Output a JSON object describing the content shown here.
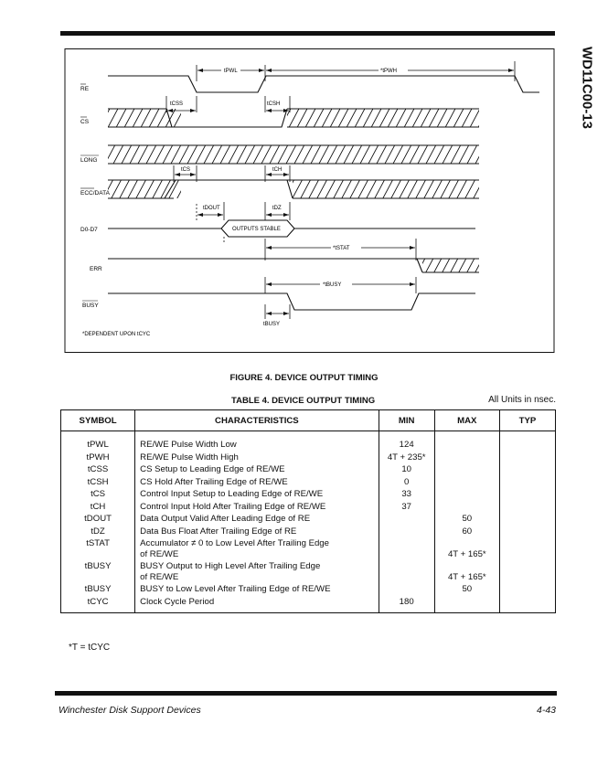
{
  "page": {
    "side_title": "WD11C00-13",
    "figure_caption": "FIGURE 4. DEVICE OUTPUT TIMING",
    "table_title": "TABLE 4. DEVICE OUTPUT TIMING",
    "units_note": "All Units in nsec.",
    "footnote": "*T = tCYC",
    "footer_left": "Winchester Disk Support Devices",
    "footer_right": "4-43"
  },
  "diagram": {
    "signals": [
      "RE",
      "CS",
      "LONG",
      "ECC/DATA",
      "D0-D7",
      "ERR",
      "BUSY"
    ],
    "timing_labels": {
      "pwl": "tPWL",
      "pwh": "*tPWH",
      "css": "tCSS",
      "csh": "tCSH",
      "cs": "tCS",
      "ch": "tCH",
      "dout": "tDOUT",
      "dz": "tDZ",
      "outputs_stable": "OUTPUTS STABLE",
      "stat": "*tSTAT",
      "busy_hi": "*tBUSY",
      "busy_lo": "tBUSY"
    },
    "dependent_note": "*DEPENDENT UPON tCYC"
  },
  "table": {
    "headers": [
      "SYMBOL",
      "CHARACTERISTICS",
      "MIN",
      "MAX",
      "TYP"
    ],
    "rows": [
      {
        "symbol": "tPWL",
        "char": "RE/WE Pulse Width Low",
        "char2": "",
        "min": "124",
        "max": "",
        "typ": ""
      },
      {
        "symbol": "tPWH",
        "char": "RE/WE Pulse Width High",
        "char2": "",
        "min": "4T + 235*",
        "max": "",
        "typ": ""
      },
      {
        "symbol": "tCSS",
        "char": "CS Setup to Leading Edge of RE/WE",
        "char2": "",
        "min": "10",
        "max": "",
        "typ": ""
      },
      {
        "symbol": "tCSH",
        "char": "CS Hold After Trailing Edge of RE/WE",
        "char2": "",
        "min": "0",
        "max": "",
        "typ": ""
      },
      {
        "symbol": "tCS",
        "char": "Control Input Setup to Leading Edge of RE/WE",
        "char2": "",
        "min": "33",
        "max": "",
        "typ": ""
      },
      {
        "symbol": "tCH",
        "char": "Control Input Hold After Trailing Edge of RE/WE",
        "char2": "",
        "min": "37",
        "max": "",
        "typ": ""
      },
      {
        "symbol": "tDOUT",
        "char": "Data Output Valid After Leading Edge of RE",
        "char2": "",
        "min": "",
        "max": "50",
        "typ": ""
      },
      {
        "symbol": "tDZ",
        "char": "Data Bus Float After Trailing Edge of RE",
        "char2": "",
        "min": "",
        "max": "60",
        "typ": ""
      },
      {
        "symbol": "tSTAT",
        "char": "Accumulator ≠ 0 to Low Level After Trailing Edge",
        "char2": "of RE/WE",
        "min": "",
        "max": "4T + 165*",
        "typ": ""
      },
      {
        "symbol": "tBUSY",
        "char": "BUSY Output to High Level After Trailing Edge",
        "char2": "of RE/WE",
        "min": "",
        "max": "4T + 165*",
        "typ": ""
      },
      {
        "symbol": "tBUSY",
        "char": "BUSY to Low Level After Trailing Edge of RE/WE",
        "char2": "",
        "min": "",
        "max": "50",
        "typ": ""
      },
      {
        "symbol": "tCYC",
        "char": "Clock Cycle Period",
        "char2": "",
        "min": "180",
        "max": "",
        "typ": ""
      }
    ]
  }
}
